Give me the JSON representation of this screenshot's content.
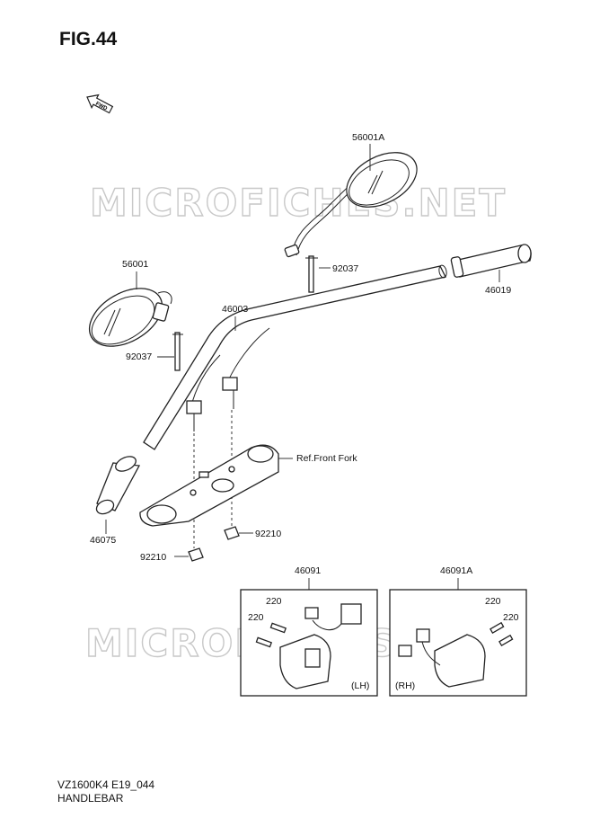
{
  "figure": {
    "title": "FIG.44"
  },
  "fwd_label": "FWD",
  "watermarks": [
    "MICROFICHES.NET",
    "MICROFICHES.NET"
  ],
  "parts": {
    "mirror_right": "56001A",
    "mirror_left": "56001",
    "band_upper": "92037",
    "band_lower": "92037",
    "handlebar": "46003",
    "grip_right": "46019",
    "grip_left": "46075",
    "ref_front_fork": "Ref.Front Fork",
    "nut_right": "92210",
    "nut_left": "92210",
    "switch_left": "46091",
    "switch_right": "46091A",
    "screw_lh_a": "220",
    "screw_lh_b": "220",
    "screw_rh_a": "220",
    "screw_rh_b": "220",
    "side_lh": "(LH)",
    "side_rh": "(RH)"
  },
  "footer": {
    "code": "VZ1600K4 E19_044",
    "name": "HANDLEBAR"
  }
}
